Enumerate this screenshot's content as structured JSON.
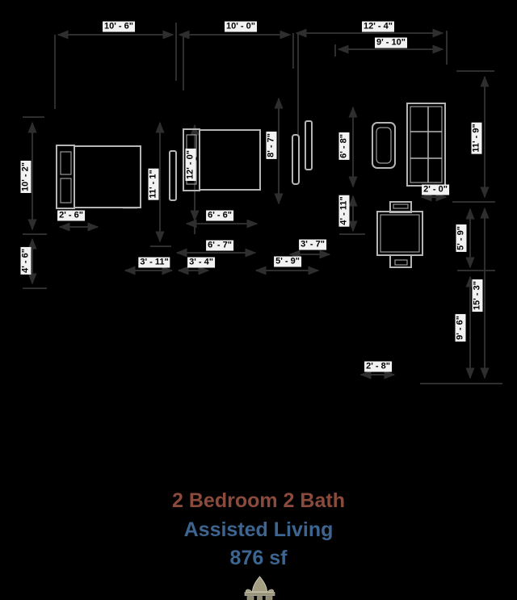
{
  "plan": {
    "type": "floor-plan",
    "dims": {
      "h": [
        {
          "text": "10' - 6\""
        },
        {
          "text": "10' - 0\""
        },
        {
          "text": "12' - 4\""
        },
        {
          "text": "9' - 10\""
        },
        {
          "text": "2' - 6\""
        },
        {
          "text": "6' - 6\""
        },
        {
          "text": "6' - 7\""
        },
        {
          "text": "3' - 11\""
        },
        {
          "text": "3' - 4\""
        },
        {
          "text": "5' - 9\""
        },
        {
          "text": "3' - 7\""
        },
        {
          "text": "2' - 0\""
        },
        {
          "text": "2' - 8\""
        }
      ],
      "v": [
        {
          "text": "10' - 2\""
        },
        {
          "text": "4' - 6\""
        },
        {
          "text": "11' - 1\""
        },
        {
          "text": "12' - 0\""
        },
        {
          "text": "8' - 7\""
        },
        {
          "text": "6' - 8\""
        },
        {
          "text": "11' - 9\""
        },
        {
          "text": "4' - 11\""
        },
        {
          "text": "5' - 9\""
        },
        {
          "text": "15' - 3\""
        },
        {
          "text": "9' - 6\""
        }
      ]
    },
    "furniture": [
      "double-bed",
      "double-bed",
      "door-leaf",
      "mirror",
      "door-leaf",
      "bathtub",
      "storage-cabinet",
      "dining-table-with-chairs"
    ]
  },
  "footer": {
    "title": "2 Bedroom 2 Bath",
    "subtitle": "Assisted Living",
    "area": "876 sf"
  },
  "icons": {
    "logo": "fleur-de-lis-logo"
  },
  "colors": {
    "background": "#000000",
    "dimension_line": "#2e2e2e",
    "furniture_outline": "#b5b5b5",
    "label_background": "#f2f2f2",
    "label_text": "#000000",
    "title_red": "#8a4a3c",
    "subtitle_blue": "#3d6590",
    "logo_khaki": "#a39d82"
  }
}
